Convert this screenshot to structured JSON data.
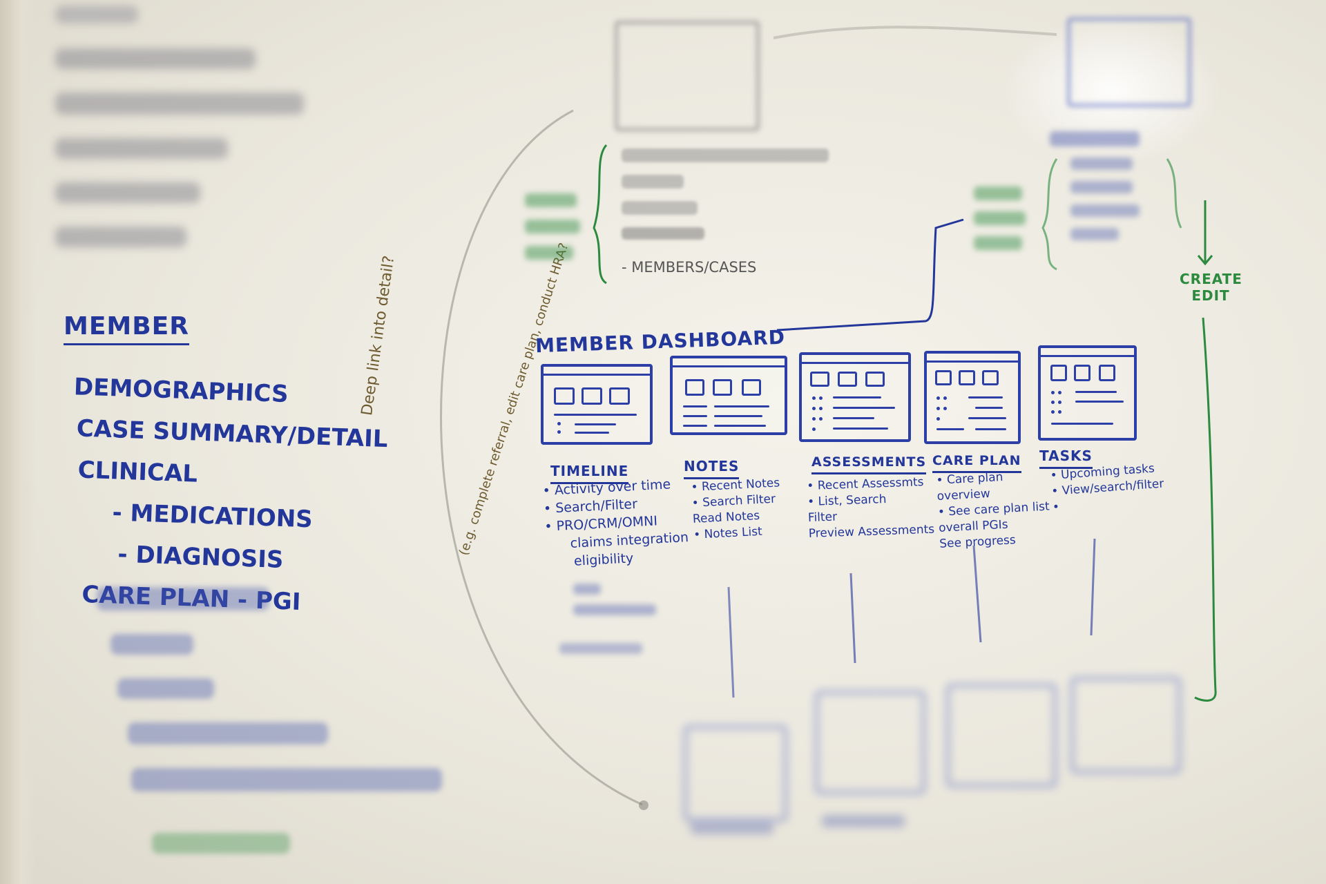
{
  "left_list": {
    "heading": "Member",
    "items": [
      "Demographics",
      "Case Summary/Detail",
      "Clinical",
      "- Medications",
      "- Diagnosis",
      "Care Plan - PGI"
    ]
  },
  "top_left_blurred": [
    "",
    "",
    "",
    "",
    "",
    ""
  ],
  "deep_link": {
    "question": "Deep link into detail?",
    "example": "(e.g. complete referral, edit care plan, conduct HRA?"
  },
  "search_filter": {
    "items": [
      "- Members/Cases"
    ]
  },
  "create_edit": "Create Edit",
  "dashboard": {
    "title": "Member Dashboard",
    "columns": [
      {
        "label": "Timeline",
        "items": [
          "• Activity over time",
          "• Search/Filter",
          "• PRO/CRM/OMNI",
          "claims integration",
          "eligibility"
        ]
      },
      {
        "label": "Notes",
        "items": [
          "• Recent Notes",
          "• Search Filter",
          "  Read Notes",
          "• Notes List"
        ]
      },
      {
        "label": "Assessments",
        "items": [
          "• Recent Assessmts",
          "• List, Search",
          "  Filter",
          "Preview Assessments"
        ]
      },
      {
        "label": "Care Plan",
        "items": [
          "• Care plan",
          "  overview",
          "• See care plan list",
          "  overall PGIs",
          "  See progress"
        ]
      },
      {
        "label": "Tasks",
        "items": [
          "• Upcoming tasks",
          "• View/search/filter",
          "•"
        ]
      }
    ]
  },
  "colors": {
    "blue_marker": "#23369a",
    "green_marker": "#2b8a3e",
    "brown_marker": "#6d5a2e",
    "board": "#eeebe2"
  }
}
